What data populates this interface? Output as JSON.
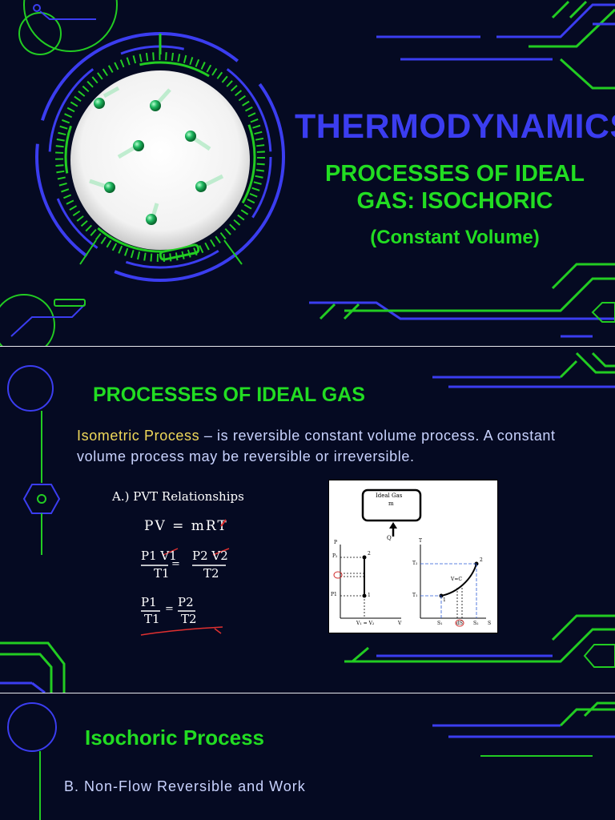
{
  "slide1": {
    "title": "THERMODYNAMICS:",
    "subtitle": "PROCESSES OF IDEAL GAS: ISOCHORIC",
    "note": "(Constant Volume)"
  },
  "slide2": {
    "heading": "PROCESSES OF IDEAL GAS",
    "paragraph_term": "Isometric Process",
    "paragraph_rest": " – is reversible constant volume process. A constant volume process may be reversible or irreversible.",
    "handwritten": {
      "label": "A.) PVT Relationships",
      "eq1": "PV = mRT",
      "eq2_left_num": "P1 V1",
      "eq2_left_den": "T1",
      "eq2_right_num": "P2 V2",
      "eq2_right_den": "T2",
      "eq3_left_num": "P1",
      "eq3_left_den": "T1",
      "eq3_right_num": "P2",
      "eq3_right_den": "T2"
    },
    "diagram": {
      "box_label": "Ideal Gas",
      "box_sub": "m",
      "q_label": "Q",
      "pv_y": "P",
      "pv_p2": "P₂",
      "pv_p1": "P1",
      "pv_pt2": "2",
      "pv_pt1": "1",
      "pv_xlabel": "V₁ = V₂",
      "pv_x": "V",
      "ts_y": "T",
      "ts_t2": "T₂",
      "ts_t1": "T₁",
      "ts_pt2": "2",
      "ts_pt1": "1",
      "ts_curve": "V=C",
      "ts_s1": "S₁",
      "ts_ds": "dS",
      "ts_s2": "S₂",
      "ts_x": "S"
    }
  },
  "slide3": {
    "heading": "Isochoric Process",
    "subheading": "B. Non-Flow Reversible and Work"
  },
  "colors": {
    "background": "#050a22",
    "accent_blue": "#3b3df0",
    "accent_green": "#22dd22"
  }
}
